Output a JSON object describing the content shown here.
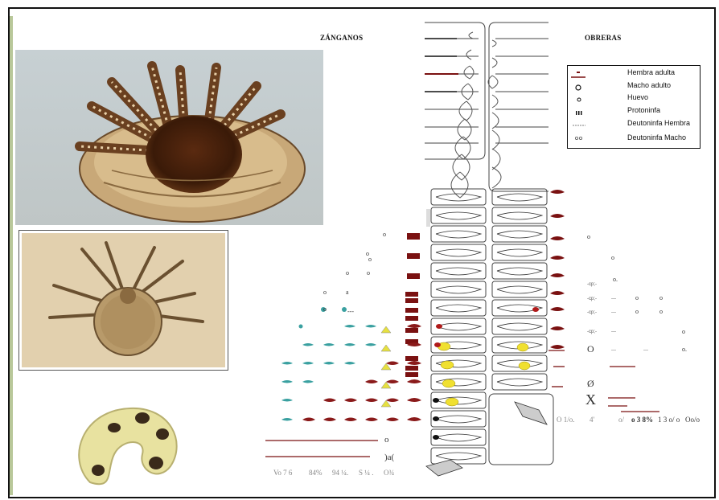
{
  "headings": {
    "drones": "ZÁNGANOS",
    "workers": "OBRERAS"
  },
  "legend": [
    {
      "label": "Hembra adulta",
      "symbol": "adult-female",
      "color": "#7a1111"
    },
    {
      "label": "Macho adulto",
      "symbol": "adult-male",
      "color": "#111111"
    },
    {
      "label": "Huevo",
      "symbol": "egg",
      "color": "#111111"
    },
    {
      "label": "Protoninfa",
      "symbol": "protonymph",
      "color": "#111111"
    },
    {
      "label": "Deutoninfa Hembra",
      "symbol": "female-deutonymph",
      "color": "#555555"
    },
    {
      "label": "Deutoninfa Macho",
      "symbol": "male-deutonymph",
      "color": "#555555"
    }
  ],
  "drone_footer": {
    "values": [
      "Vo 7 6",
      "84%",
      "94 ¼.",
      "S ¼ .",
      "O¾"
    ],
    "extra": ")a("
  },
  "drone_mark": "o",
  "worker_footer": {
    "values": [
      "O 1/o.",
      "4'",
      "o/",
      "o 3 8%",
      "1 3 o/ o",
      "Oo/o"
    ]
  },
  "worker_marks": {
    "big_o": "O",
    "cross": "X",
    "slashed_o": "Ø"
  },
  "colors": {
    "mite": "#7a1111",
    "egg_yellow": "#f0e030",
    "teal": "#3aa0a0",
    "frame_border": "#111111",
    "accent_bar": "#b9c89a"
  }
}
